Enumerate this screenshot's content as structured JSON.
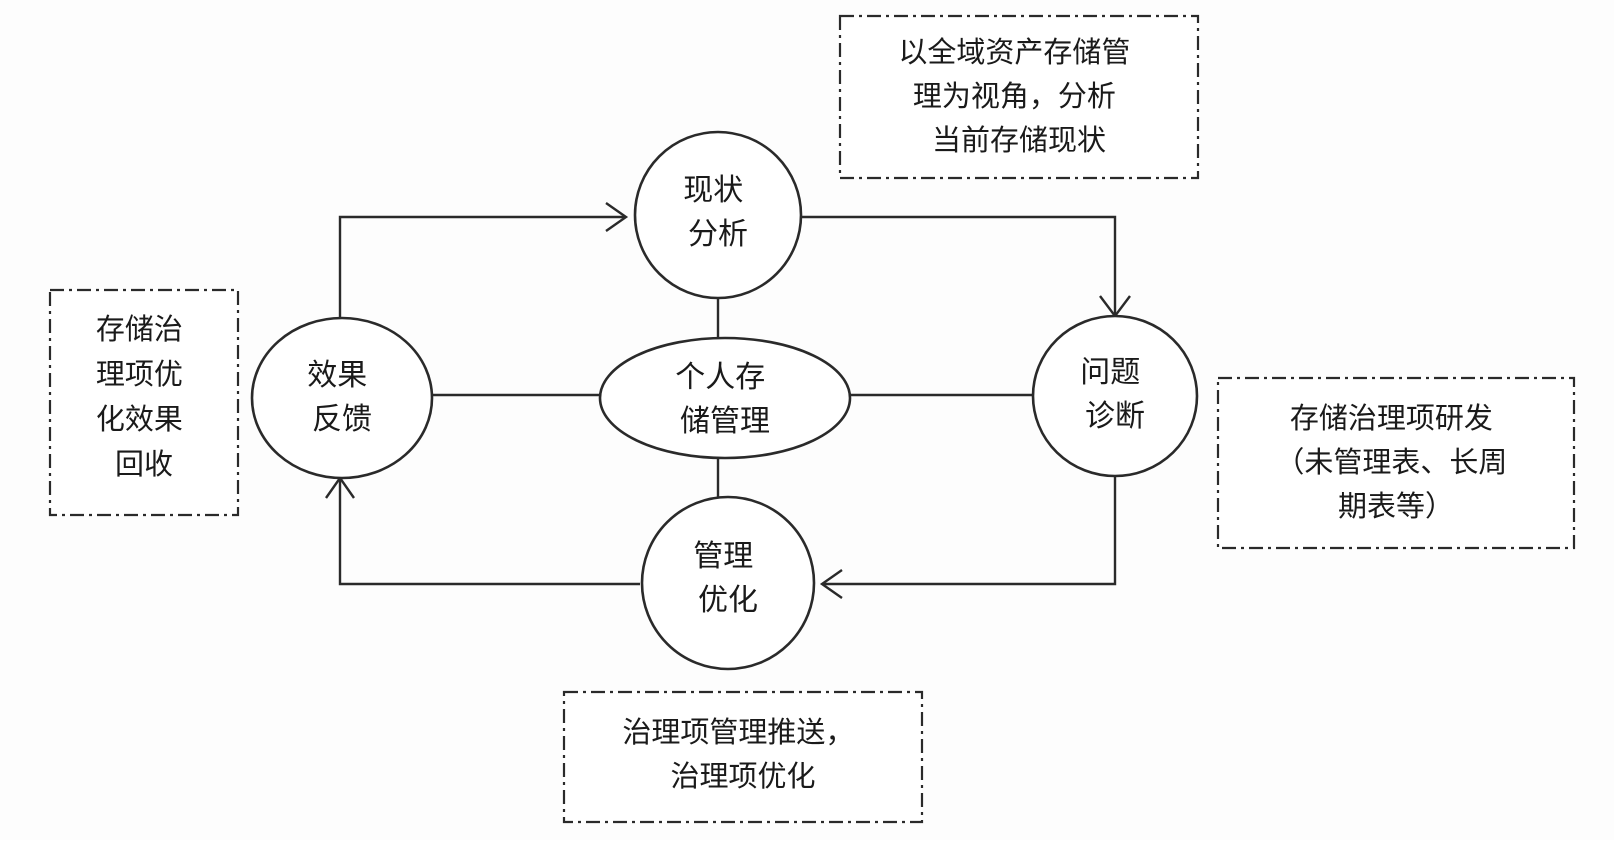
{
  "diagram": {
    "nodes": {
      "center": {
        "lines": [
          "个人存",
          "储管理"
        ]
      },
      "analysis": {
        "lines": [
          "现状",
          "分析"
        ]
      },
      "diagnosis": {
        "lines": [
          "问题",
          "诊断"
        ]
      },
      "optimize": {
        "lines": [
          "管理",
          "优化"
        ]
      },
      "feedback": {
        "lines": [
          "效果",
          "反馈"
        ]
      }
    },
    "notes": {
      "analysis": {
        "lines": [
          "以全域资产存储管",
          "理为视角，分析",
          "当前存储现状"
        ]
      },
      "diagnosis": {
        "lines": [
          "存储治理项研发",
          "（未管理表、长周",
          "期表等）"
        ]
      },
      "optimize": {
        "lines": [
          "治理项管理推送，",
          "治理项优化"
        ]
      },
      "feedback": {
        "lines": [
          "存储治",
          "理项优",
          "化效果",
          "回收"
        ]
      }
    }
  }
}
